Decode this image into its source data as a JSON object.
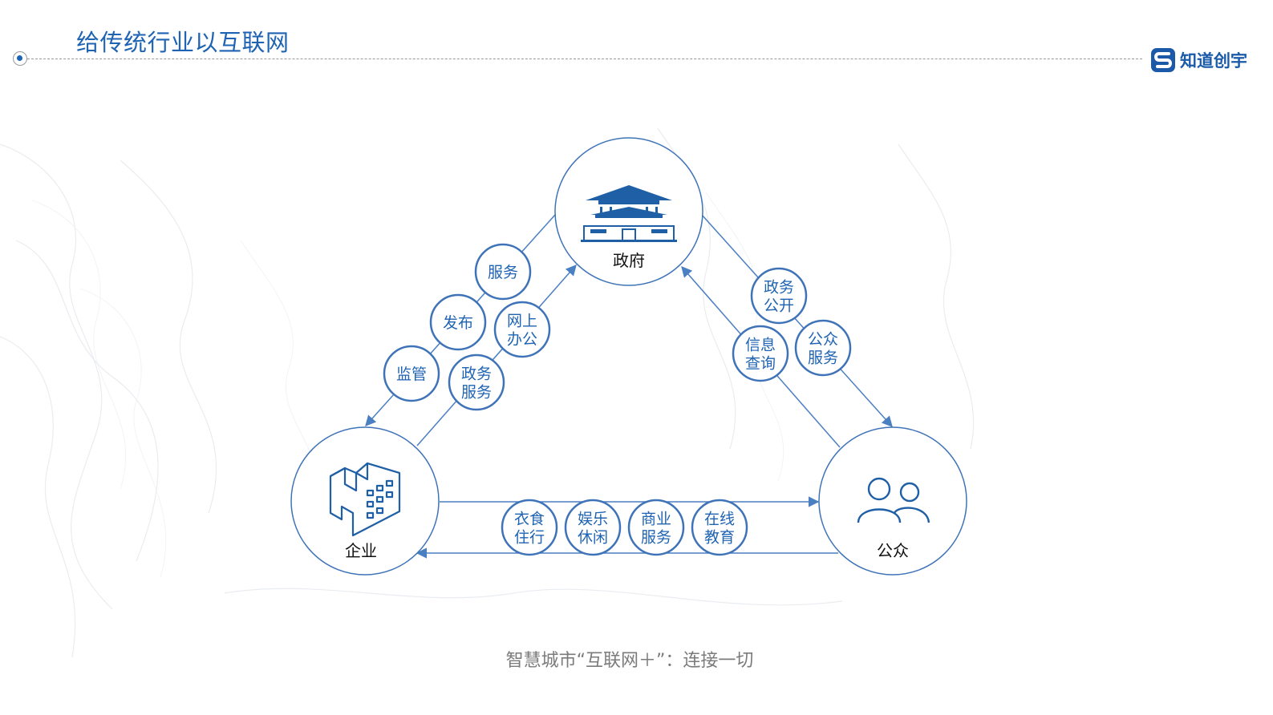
{
  "header": {
    "title": "给传统行业以互联网",
    "brand_name": "知道创宇"
  },
  "diagram": {
    "nodes": {
      "gov": "政府",
      "ent": "企业",
      "pub": "公众"
    },
    "gov_to_ent": [
      [
        "服务"
      ],
      [
        "发布"
      ],
      [
        "监管"
      ]
    ],
    "ent_to_gov": [
      [
        "网上",
        "办公"
      ],
      [
        "政务",
        "服务"
      ]
    ],
    "gov_to_pub": [
      [
        "政务",
        "公开"
      ],
      [
        "公众",
        "服务"
      ]
    ],
    "pub_to_gov": [
      [
        "信息",
        "查询"
      ]
    ],
    "ent_pub": [
      [
        "衣食",
        "住行"
      ],
      [
        "娱乐",
        "休闲"
      ],
      [
        "商业",
        "服务"
      ],
      [
        "在线",
        "教育"
      ]
    ]
  },
  "caption": "智慧城市“互联网＋”：连接一切",
  "colors": {
    "accent": "#1f63b3",
    "ring": "#3f73b8",
    "arrow": "#4a7fc2",
    "caption": "#7b7b7b"
  }
}
